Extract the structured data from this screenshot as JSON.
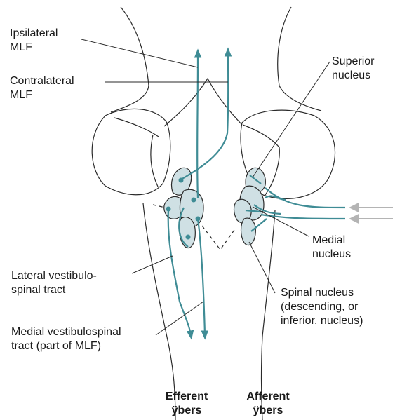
{
  "labels": {
    "ipsilateral_mlf": [
      "Ipsilateral",
      "MLF"
    ],
    "contralateral_mlf": [
      "Contralateral",
      "MLF"
    ],
    "superior_nucleus": [
      "Superior",
      "nucleus"
    ],
    "medial_nucleus": [
      "Medial",
      "nucleus"
    ],
    "lateral_vestibulospinal_tract": [
      "Lateral vestibulo-",
      "spinal tract"
    ],
    "spinal_nucleus": [
      "Spinal nucleus",
      "(descending, or",
      "inferior, nucleus)"
    ],
    "medial_vestibulospinal_tract": [
      "Medial vestibulospinal",
      "tract (part of MLF)"
    ],
    "efferent_fibers": [
      "Efferent",
      "ÿbers"
    ],
    "afferent_fibers": [
      "Afferent",
      "ÿbers"
    ]
  },
  "colors": {
    "outline": "#2a2a2a",
    "fiber": "#3f8c95",
    "nucleus_fill": "#cfe0e4",
    "incoming_arrow": "#b4b4b4"
  }
}
